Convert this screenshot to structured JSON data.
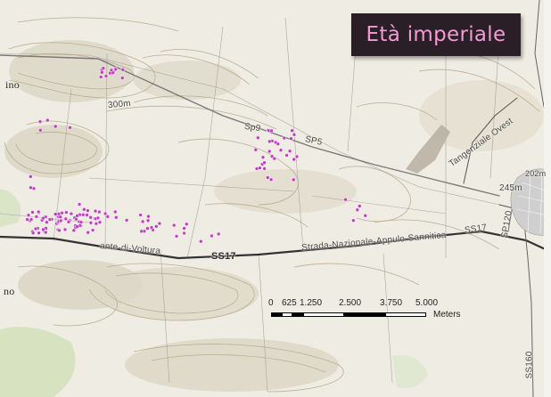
{
  "title": "Età imperiale",
  "labels": {
    "place_ino_top": "ino",
    "place_ino_bottom": "no",
    "contour_300": "300m",
    "road_sp9": "Sp9",
    "road_sp5": "SP5",
    "tangenziale": "Tangenziale Ovest",
    "elev_202": "202m",
    "elev_245": "245m",
    "sp120": "SP120",
    "road_bivio": "ante-di-Voltura",
    "ss17": "SS17",
    "strada_nazionale": "Strada-Nazionale-Appulo-Sannitica",
    "ss17_small": "SS17",
    "ss160": "SS160"
  },
  "scale_bar": {
    "ticks": [
      "0",
      "625",
      "1.250",
      "2.500",
      "3.750",
      "5.000"
    ],
    "unit": "Meters"
  },
  "colors": {
    "site_dots": "#c040c0",
    "title_bg": "#2a1f27",
    "title_text": "#f29ad6",
    "contours": "#b8a98a",
    "roads": "#555555"
  },
  "icons": {
    "sites": "magenta-dot",
    "town": "urban-area-blob"
  }
}
